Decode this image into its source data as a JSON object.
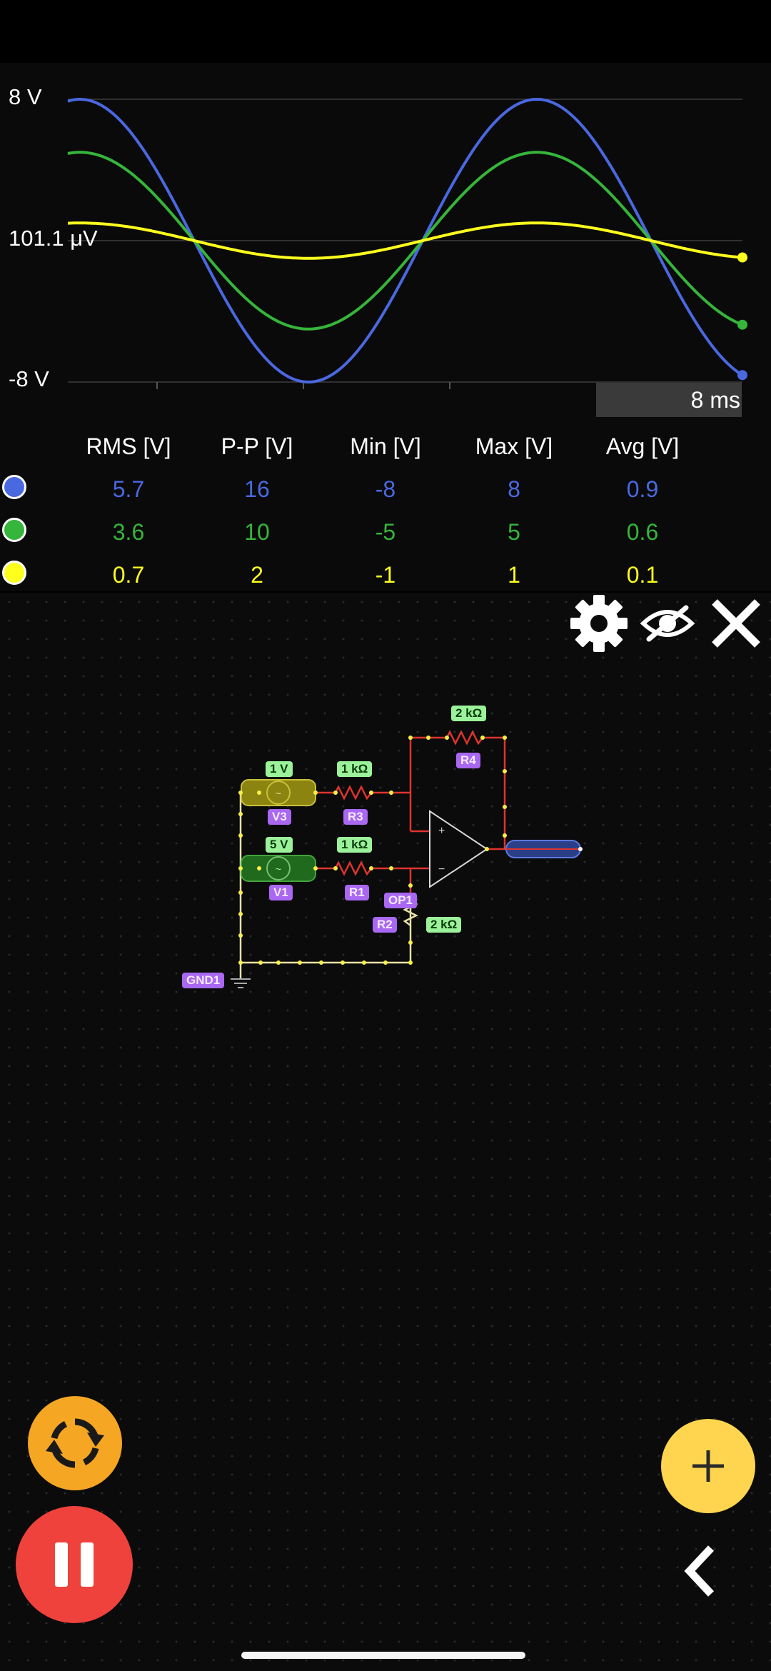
{
  "scope": {
    "y_top_label": "8 V",
    "y_mid_label": "101.1 μV",
    "y_bottom_label": "-8 V",
    "time_label": "8 ms",
    "traces": [
      {
        "color": "#4a68e0",
        "amplitude": 8
      },
      {
        "color": "#35b53a",
        "amplitude": 5
      },
      {
        "color": "#ffff1e",
        "amplitude": 1
      }
    ]
  },
  "stats": {
    "headers": [
      "RMS [V]",
      "P-P [V]",
      "Min [V]",
      "Max [V]",
      "Avg [V]"
    ],
    "rows": [
      {
        "color": "#4a68e0",
        "values": [
          "5.7",
          "16",
          "-8",
          "8",
          "0.9"
        ]
      },
      {
        "color": "#35b53a",
        "values": [
          "3.6",
          "10",
          "-5",
          "5",
          "0.6"
        ]
      },
      {
        "color": "#ffff1e",
        "values": [
          "0.7",
          "2",
          "-1",
          "1",
          "0.1"
        ]
      }
    ]
  },
  "toolbar": {
    "settings_icon": "gear-icon",
    "visibility_icon": "eye-off-icon",
    "close_icon": "close-icon"
  },
  "circuit": {
    "v3_value": "1 V",
    "v3_name": "V3",
    "v1_value": "5 V",
    "v1_name": "V1",
    "r3_value": "1 kΩ",
    "r3_name": "R3",
    "r1_value": "1 kΩ",
    "r1_name": "R1",
    "r4_value": "2 kΩ",
    "r4_name": "R4",
    "r2_value": "2 kΩ",
    "r2_name": "R2",
    "op_name": "OP1",
    "gnd_name": "GND1"
  },
  "fab": {
    "reset_icon": "refresh-icon",
    "pause_icon": "pause-icon",
    "add_icon": "plus-icon",
    "back_icon": "chevron-left-icon"
  },
  "colors": {
    "accent_orange": "#f5a623",
    "pause_red": "#f0423c",
    "add_yellow": "#ffd54f"
  }
}
